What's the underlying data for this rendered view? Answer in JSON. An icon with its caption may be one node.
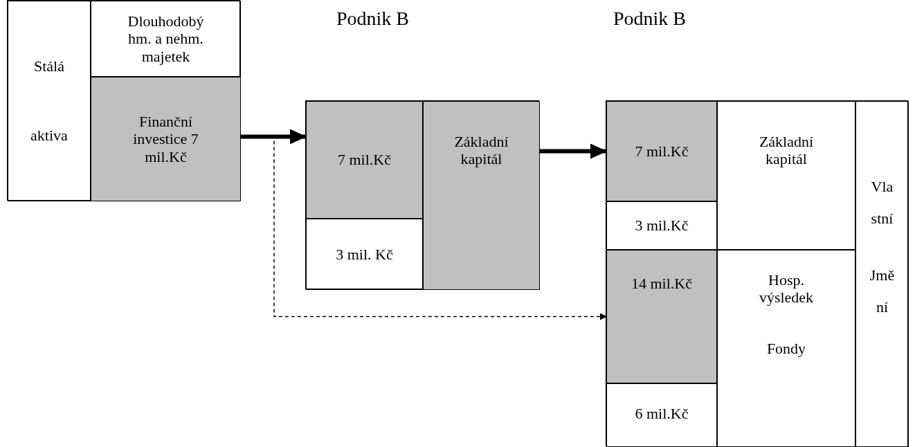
{
  "diagram": {
    "nodes": [
      {
        "text": [],
        "shape": "box"
      },
      {
        "text": [
          "Stálá aktiva"
        ],
        "in": 0
      },
      {
        "text": [
          "Dlouhodobý hm. a nehm. majetek"
        ],
        "in": 0
      },
      {
        "text": [
          "Finanční investice 7 mil.Kč"
        ],
        "in": 0
      },
      {
        "text": [
          "Podnik B"
        ]
      },
      {
        "text": [
          "7 mil.Kč"
        ],
        "in": 4
      },
      {
        "text": [
          "3 mil. Kč"
        ],
        "in": 4
      },
      {
        "text": [
          "Základní kapitál"
        ],
        "in": 4
      },
      {
        "text": [
          "Podnik B"
        ]
      },
      {
        "text": [
          "7 mil.Kč"
        ],
        "in": 8
      },
      {
        "text": [
          "3 mil.Kč"
        ],
        "in": 8
      },
      {
        "text": [
          "14 mil.Kč"
        ],
        "in": 8
      },
      {
        "text": [
          "6 mil.Kč"
        ],
        "in": 8
      },
      {
        "text": [
          "Základní kapitál"
        ],
        "in": 8
      },
      {
        "text": [
          "Hosp. výsledek",
          "Fondy"
        ],
        "in": 8
      },
      {
        "text": [
          "Vla stní",
          "Jmě ní"
        ],
        "in": 8
      }
    ],
    "edges": [
      {
        "from": 3,
        "to": 5,
        "arrow": "to"
      },
      {
        "from": 7,
        "to": 9,
        "arrow": "to"
      },
      {
        "from": 3,
        "to": 11,
        "arrow": "to",
        "style": "dashed"
      }
    ]
  }
}
